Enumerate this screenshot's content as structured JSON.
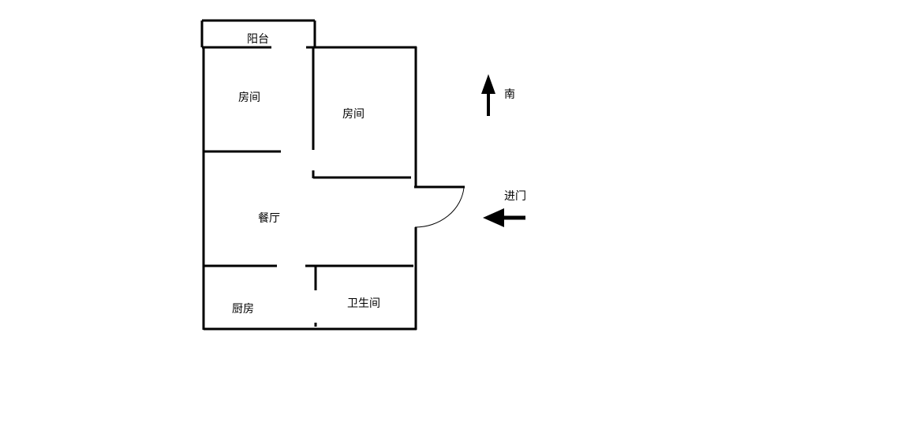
{
  "rooms": {
    "balcony": "阳台",
    "bedroom_left": "房间",
    "bedroom_right": "房间",
    "dining": "餐厅",
    "kitchen": "厨房",
    "bathroom": "卫生间"
  },
  "legend": {
    "south": "南",
    "entrance": "进门"
  },
  "colors": {
    "line": "#000000",
    "background": "#ffffff"
  }
}
